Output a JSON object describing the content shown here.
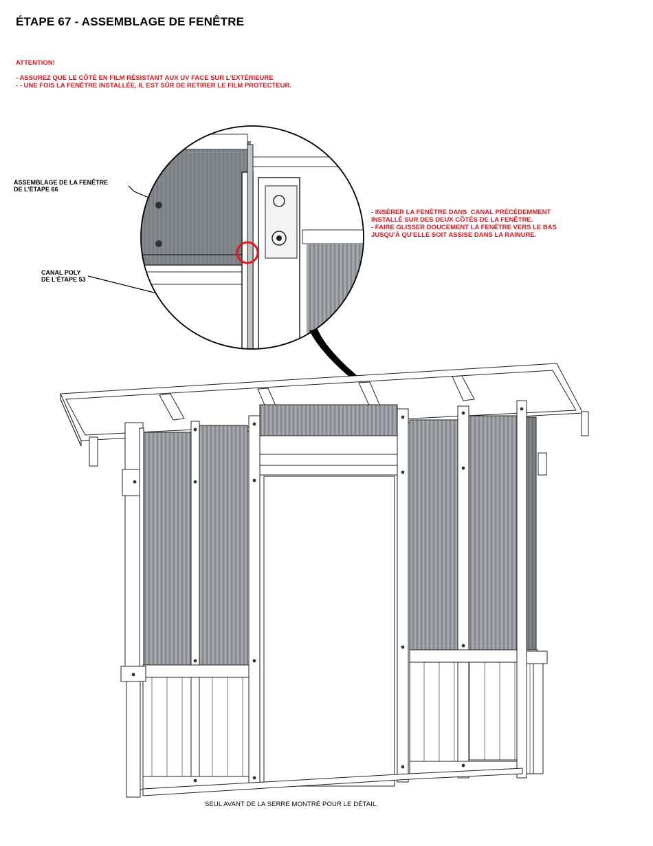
{
  "title": "ÉTAPE 67 - ASSEMBLAGE DE FENÊTRE",
  "attention": {
    "heading": "ATTENTION!",
    "line1": "- ASSUREZ QUE LE CÔTÉ EN FILM RÉSISTANT AUX UV FACE SUR L'EXTÉRIEURE",
    "line2": "- - UNE FOIS LA FENÊTRE INSTALLÉE, IL EST SÛR DE RETIRER LE FILM PROTECTEUR."
  },
  "labels": {
    "window_assembly": "ASSEMBLAGE DE LA FENÊTRE\nDE L'ÉTAPE 66",
    "poly_channel": "CANAL POLY\nDE L'ÉTAPE 53"
  },
  "instructions": "- INSÉRER LA FENÊTRE DANS  CANAL PRÉCÉDEMMENT\nINSTALLÉ SUR DES DEUX CÔTÉS DE LA FENÊTRE.\n- FAIRE GLISSER DOUCEMENT LA FENÊTRE VERS LE BAS\nJUSQU'À QU'ELLE SOIT ASSISE DANS LA RAINURE.",
  "caption": "SEUL AVANT DE LA SERRE MONTRÉ POUR LE DÉTAIL.",
  "colors": {
    "warning": "#e8141b",
    "panel": "#8a8f94",
    "line": "#000000"
  }
}
